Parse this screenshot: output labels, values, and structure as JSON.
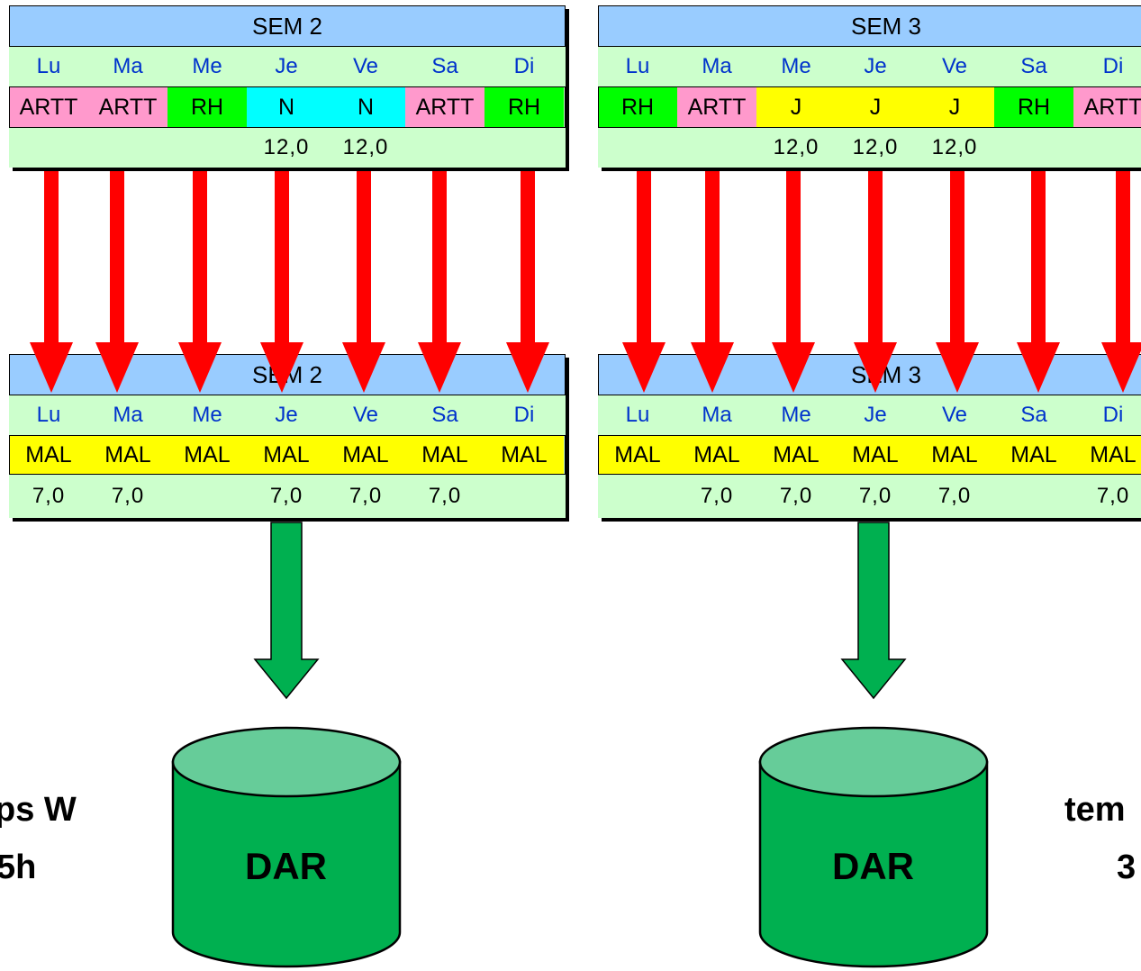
{
  "colors": {
    "ARTT": "#ff99cc",
    "RH": "#00ff00",
    "N": "#00ffff",
    "J": "#ffff00",
    "MAL": "#ffff00",
    "header": "#99ccff",
    "grid_bg": "#ccffcc",
    "red_arrow": "#ff0000",
    "green_arrow": "#00b050",
    "cylinder_body": "#00b050",
    "cylinder_top": "#66cc99"
  },
  "top_grids": [
    {
      "title": "SEM 2",
      "days": [
        "Lu",
        "Ma",
        "Me",
        "Je",
        "Ve",
        "Sa",
        "Di"
      ],
      "codes": [
        "ARTT",
        "ARTT",
        "RH",
        "N",
        "N",
        "ARTT",
        "RH"
      ],
      "values": [
        "",
        "",
        "",
        "12,0",
        "12,0",
        "",
        ""
      ]
    },
    {
      "title": "SEM 3",
      "days": [
        "Lu",
        "Ma",
        "Me",
        "Je",
        "Ve",
        "Sa",
        "Di"
      ],
      "codes": [
        "RH",
        "ARTT",
        "J",
        "J",
        "J",
        "RH",
        "ARTT"
      ],
      "values": [
        "",
        "",
        "12,0",
        "12,0",
        "12,0",
        "",
        ""
      ]
    }
  ],
  "bottom_grids": [
    {
      "title": "SEM 2",
      "days": [
        "Lu",
        "Ma",
        "Me",
        "Je",
        "Ve",
        "Sa",
        "Di"
      ],
      "codes": [
        "MAL",
        "MAL",
        "MAL",
        "MAL",
        "MAL",
        "MAL",
        "MAL"
      ],
      "values": [
        "7,0",
        "7,0",
        "",
        "7,0",
        "7,0",
        "7,0",
        ""
      ]
    },
    {
      "title": "SEM 3",
      "days": [
        "Lu",
        "Ma",
        "Me",
        "Je",
        "Ve",
        "Sa",
        "Di"
      ],
      "codes": [
        "MAL",
        "MAL",
        "MAL",
        "MAL",
        "MAL",
        "MAL",
        "MAL"
      ],
      "values": [
        "",
        "7,0",
        "7,0",
        "7,0",
        "7,0",
        "",
        "7,0"
      ]
    }
  ],
  "cylinders": [
    {
      "label": "DAR"
    },
    {
      "label": "DAR"
    }
  ],
  "side_labels": {
    "left_line1": "ps W",
    "left_line2": "5h",
    "right_line1": "tem",
    "right_line2": "3"
  }
}
